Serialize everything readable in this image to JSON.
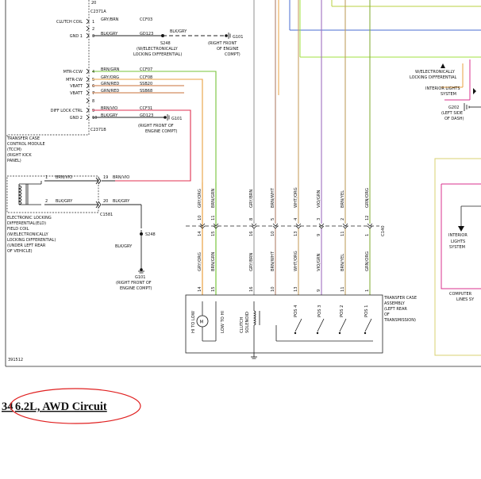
{
  "figure_id": "391512",
  "caption": {
    "prefix": "34",
    "text": "6.2L, AWD Circuit"
  },
  "tccm": {
    "top_pin": "20",
    "c2371a": "C2371A",
    "c2371b": "C2371B",
    "name_lines": [
      "TRANSFER CASE",
      "CONTROL MODULE",
      "(TCCM)",
      "(RIGHT KICK",
      "PANEL)"
    ],
    "pins": [
      {
        "num": "1",
        "func": "CLUTCH COIL",
        "color": "GRY/BRN",
        "circuit": "CCF03"
      },
      {
        "num": "2",
        "func": "",
        "color": "",
        "circuit": ""
      },
      {
        "num": "3",
        "func": "GND 1",
        "color": "BLK/GRY",
        "circuit": "GD123"
      },
      {
        "num": "4",
        "func": "MTR-CCW",
        "color": "BRN/GRN",
        "circuit": "CCF07"
      },
      {
        "num": "5",
        "func": "MTR-CW",
        "color": "GRY/ORG",
        "circuit": "CCF08"
      },
      {
        "num": "6",
        "func": "VBATT",
        "color": "GRN/RED",
        "circuit": "SSB20"
      },
      {
        "num": "7",
        "func": "VBATT",
        "color": "GRN/RED",
        "circuit": "SSB68"
      },
      {
        "num": "8",
        "func": "",
        "color": "",
        "circuit": ""
      },
      {
        "num": "9",
        "func": "DIFF LOCK CTRL",
        "color": "BRN/VIO",
        "circuit": "CCF31"
      },
      {
        "num": "10",
        "func": "GND 2",
        "color": "BLK/GRY",
        "circuit": "GD123"
      }
    ]
  },
  "ground_top": {
    "splice": "S248",
    "splice_note": [
      "(W/ELECTRONICALLY",
      "LOCKING DIFFERENTIAL)"
    ],
    "wire": "BLK/GRY",
    "ground": "G101",
    "ground_note": [
      "(RIGHT FRONT",
      "OF ENGINE",
      "COMPT)"
    ]
  },
  "ground_mid": {
    "ground": "G101",
    "ground_note": [
      "(RIGHT FRONT OF",
      "ENGINE COMPT)"
    ]
  },
  "eld": {
    "pin1": "1",
    "pin2": "2",
    "wire1_color": "BRN/VIO",
    "wire2_color": "BLK/GRY",
    "conn_pin19": "19",
    "conn_pin20": "20",
    "wire19_color": "BRN/VIO",
    "wire20_color": "BLK/GRY",
    "connector": "C1581",
    "name_lines": [
      "ELECTRONIC LOCKING",
      "DIFFERENTIAL(ELD)",
      "FIELD COIL",
      "(W/ELECTRONICALLY",
      "LOCKING DIFFERENTIAL)",
      "(UNDER LEFT REAR",
      "OF VEHICLE)"
    ]
  },
  "ground_bottom": {
    "splice": "S248",
    "wire": "BLK/GRY",
    "ground": "G101",
    "ground_note": [
      "(RIGHT FRONT OF",
      "ENGINE COMPT)"
    ]
  },
  "c140": {
    "name": "C140",
    "wires": [
      {
        "color": "GRY/ORG",
        "top_pin": "10",
        "bottom_pin": "14",
        "hex": "#e8a040"
      },
      {
        "color": "BRN/GRN",
        "top_pin": "11",
        "bottom_pin": "15",
        "hex": "#77c43a"
      },
      {
        "color": "GRY/BRN",
        "top_pin": "8",
        "bottom_pin": "16",
        "hex": "#999999"
      },
      {
        "color": "BRN/WHT",
        "top_pin": "5",
        "bottom_pin": "10",
        "hex": "#b0806a"
      },
      {
        "color": "WHT/ORG",
        "top_pin": "4",
        "bottom_pin": "13",
        "hex": "#c8a060"
      },
      {
        "color": "VIO/GRN",
        "top_pin": "3",
        "bottom_pin": "9",
        "hex": "#a070c0"
      },
      {
        "color": "BRN/YEL",
        "top_pin": "2",
        "bottom_pin": "11",
        "hex": "#c0a060"
      },
      {
        "color": "GRN/ORG",
        "top_pin": "12",
        "bottom_pin": "1",
        "hex": "#88b040"
      }
    ]
  },
  "transfer_case": {
    "name_lines": [
      "TRANSFER CASE",
      "ASSEMBLY",
      "(LEFT REAR",
      "OF",
      "TRANSMISSION)"
    ],
    "motor_labels": [
      "HI TO LOW",
      "LOW TO HI"
    ],
    "motor_symbol": "M",
    "clutch_label": [
      "CLUTCH",
      "SOLENOID"
    ],
    "pos_labels": [
      "POS 4",
      "POS 3",
      "POS 2",
      "POS 1"
    ]
  },
  "right_side": {
    "eld_label": [
      "W/ELECTRONICALLY",
      "LOCKING DIFFERENTIAL"
    ],
    "interior_top": [
      "INTERIOR LIGHTS",
      "SYSTEM"
    ],
    "g202": "G202",
    "g202_note": [
      "(LEFT SIDE",
      "OF DASH)"
    ],
    "interior_bottom": [
      "INTERIOR",
      "LIGHTS",
      "SYSTEM"
    ],
    "computer": [
      "COMPUTER",
      "LINES SY"
    ]
  },
  "colors": {
    "orange": "#e8a040",
    "green": "#77c43a",
    "blue": "#4a6ed0",
    "magenta": "#d8308c",
    "yellow_green": "#b8d040",
    "red_pink": "#e03050",
    "lime": "#a0e040",
    "highlight": "#e02020"
  }
}
